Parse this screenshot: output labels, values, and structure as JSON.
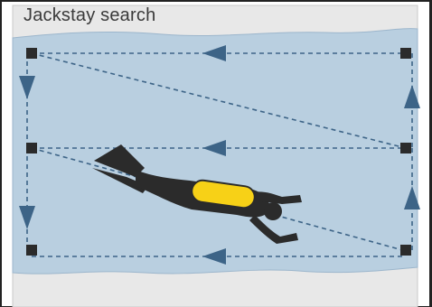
{
  "diagram": {
    "title": "Jackstay search",
    "colors": {
      "panel_background": "#e8e8e8",
      "water": "#b9cfe0",
      "water_edge": "#9cb6cc",
      "search_line": "#3d6487",
      "arrow": "#3d6487",
      "marker": "#2b2b2b",
      "diver_body": "#2b2b2b",
      "diver_tank": "#f7d117",
      "outer_border": "#222222"
    },
    "markers_per_side": 3,
    "direction_arrows": {
      "left_side": "down",
      "right_side": "up",
      "horizontal_legs": "left"
    },
    "icons": [
      "corner-marker-icon",
      "direction-arrow-icon",
      "diver-icon"
    ]
  }
}
